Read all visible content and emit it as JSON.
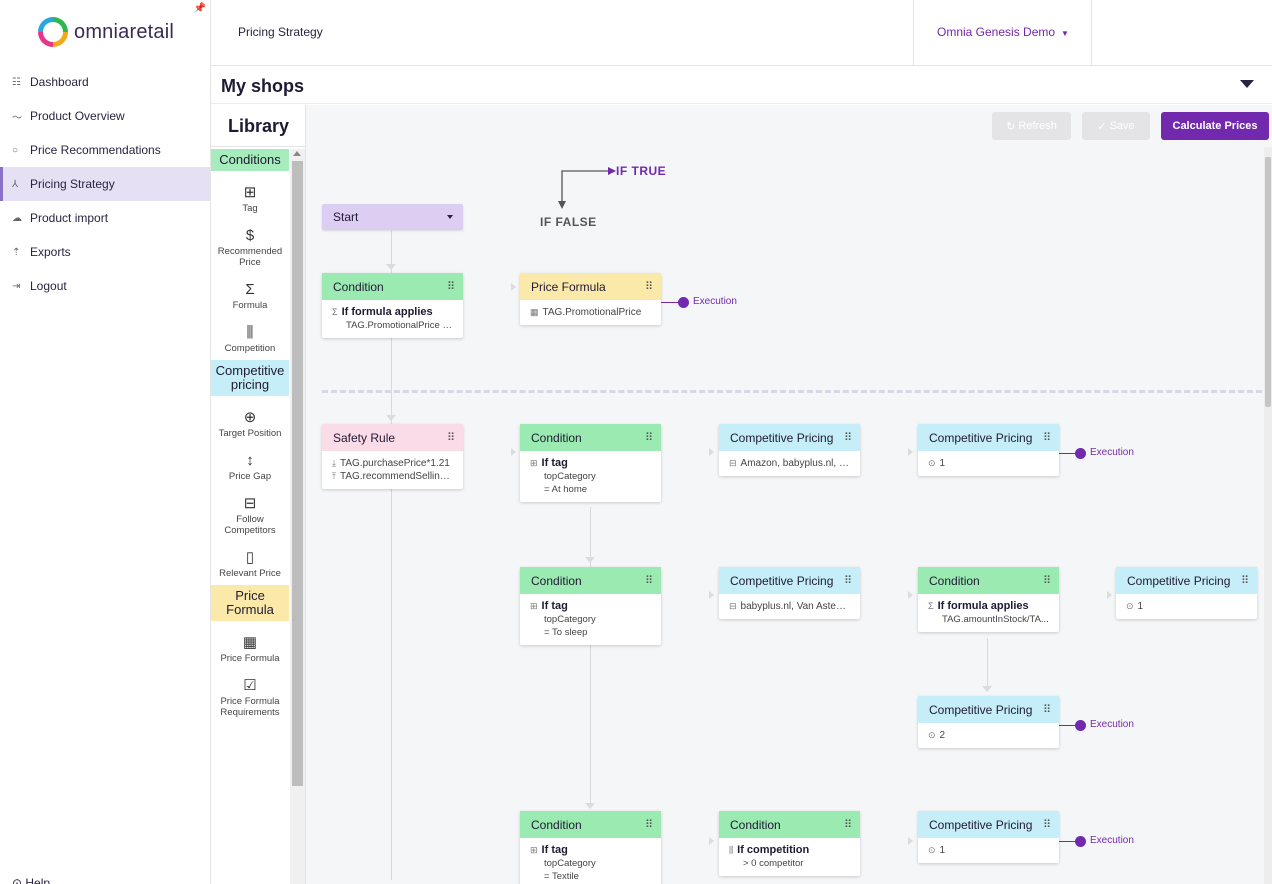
{
  "brand": {
    "logo_text": "omniaretail"
  },
  "sidebar": {
    "items": [
      {
        "label": "Dashboard",
        "icon": "grid-icon",
        "glyph": "☷"
      },
      {
        "label": "Product Overview",
        "icon": "trend-icon",
        "glyph": "〜"
      },
      {
        "label": "Price Recommendations",
        "icon": "circle-icon",
        "glyph": "○"
      },
      {
        "label": "Pricing Strategy",
        "icon": "strategy-icon",
        "glyph": "⅄"
      },
      {
        "label": "Product import",
        "icon": "cloud-upload-icon",
        "glyph": "☁"
      },
      {
        "label": "Exports",
        "icon": "upload-icon",
        "glyph": "⇡"
      },
      {
        "label": "Logout",
        "icon": "logout-icon",
        "glyph": "⇥"
      }
    ],
    "active_index": 3,
    "help_label": "Help"
  },
  "header": {
    "page_title": "Pricing Strategy",
    "company": "Omnia Genesis Demo"
  },
  "shops": {
    "title": "My shops"
  },
  "library": {
    "title": "Library",
    "sections": [
      {
        "label": "Conditions",
        "color": "#a7ecbd",
        "items": [
          {
            "label": "Tag",
            "glyph": "⊞"
          },
          {
            "label": "Recommended Price",
            "glyph": "$"
          },
          {
            "label": "Formula",
            "glyph": "Σ"
          },
          {
            "label": "Competition",
            "glyph": "⫼"
          }
        ]
      },
      {
        "label": "Competitive pricing",
        "color": "#c5eef8",
        "items": [
          {
            "label": "Target Position",
            "glyph": "⊕"
          },
          {
            "label": "Price Gap",
            "glyph": "↕"
          },
          {
            "label": "Follow Competitors",
            "glyph": "⊟"
          },
          {
            "label": "Relevant Price",
            "glyph": "▯"
          }
        ]
      },
      {
        "label": "Price Formula",
        "color": "#fbe9aa",
        "items": [
          {
            "label": "Price Formula",
            "glyph": "▦"
          },
          {
            "label": "Price Formula Requirements",
            "glyph": "☑"
          }
        ]
      }
    ]
  },
  "toolbar": {
    "refresh": "Refresh",
    "save": "Save",
    "calculate": "Calculate Prices"
  },
  "legend": {
    "if_true": "IF TRUE",
    "if_false": "IF FALSE"
  },
  "flow": {
    "start": "Start",
    "execution_label": "Execution",
    "n1": {
      "title": "Condition",
      "main": "If formula applies",
      "sub": "TAG.PromotionalPrice >..."
    },
    "n2": {
      "title": "Price Formula",
      "line": "TAG.PromotionalPrice"
    },
    "n3": {
      "title": "Safety Rule",
      "line1": "TAG.purchasePrice*1.21",
      "line2": "TAG.recommendSelling..."
    },
    "n4": {
      "title": "Condition",
      "main": "If tag",
      "sub1": "topCategory",
      "sub2": "= At home"
    },
    "n5": {
      "title": "Competitive Pricing",
      "line": "Amazon, babyplus.nl, fo..."
    },
    "n6": {
      "title": "Competitive Pricing",
      "line": "1"
    },
    "n7": {
      "title": "Condition",
      "main": "If tag",
      "sub1": "topCategory",
      "sub2": "= To sleep"
    },
    "n8": {
      "title": "Competitive Pricing",
      "line": "babyplus.nl, Van Asten ..."
    },
    "n9": {
      "title": "Condition",
      "main": "If formula applies",
      "sub": "TAG.amountInStock/TA..."
    },
    "n10": {
      "title": "Competitive Pricing",
      "line": "1"
    },
    "n11": {
      "title": "Competitive Pricing",
      "line": "2"
    },
    "n12": {
      "title": "Condition",
      "main": "If tag",
      "sub1": "topCategory",
      "sub2": "= Textile"
    },
    "n13": {
      "title": "Condition",
      "main": "If competition",
      "sub": "> 0 competitor"
    },
    "n14": {
      "title": "Competitive Pricing",
      "line": "1"
    }
  }
}
